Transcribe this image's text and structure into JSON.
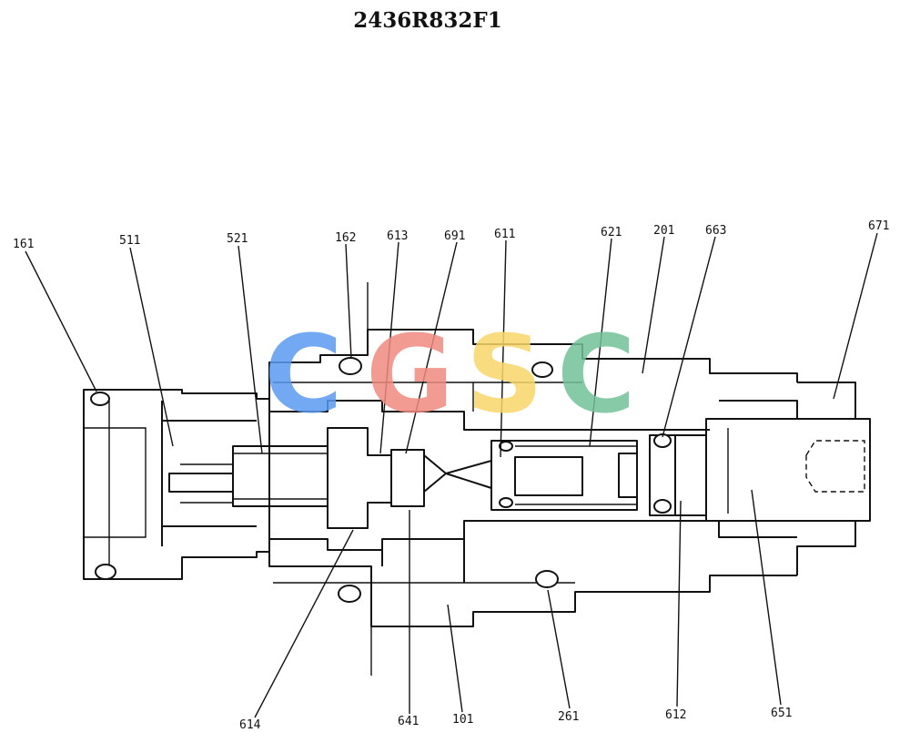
{
  "title": "2436R832F1",
  "watermark": {
    "letters": [
      "C",
      "G",
      "S",
      "C"
    ],
    "colors": [
      "#5B9BF2",
      "#F08A80",
      "#F9D66B",
      "#73C19A"
    ]
  },
  "labels": {
    "l161": "161",
    "l511": "511",
    "l521": "521",
    "l162": "162",
    "l613": "613",
    "l691": "691",
    "l611": "611",
    "l621": "621",
    "l201": "201",
    "l663": "663",
    "l671": "671",
    "l614": "614",
    "l641": "641",
    "l101": "101",
    "l261": "261",
    "l612": "612",
    "l651": "651"
  }
}
